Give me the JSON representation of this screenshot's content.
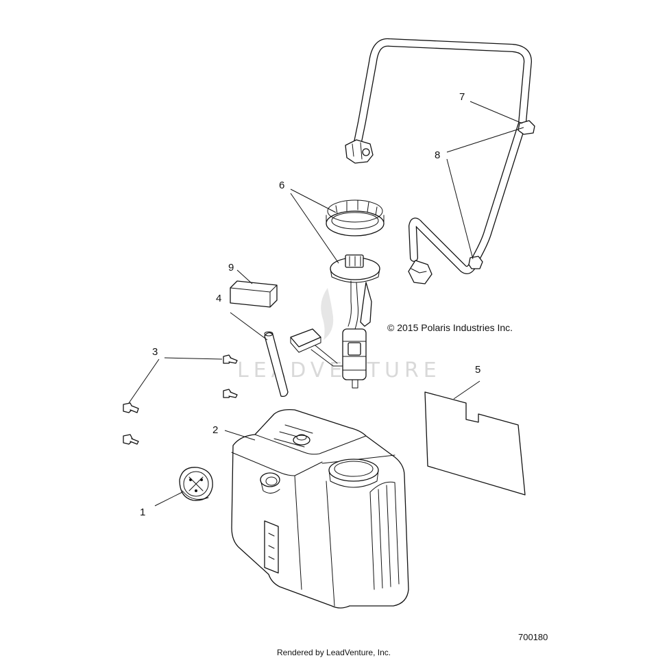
{
  "copyright": "© 2015 Polaris Industries Inc.",
  "diagram_number": "700180",
  "rendered_by": "Rendered by LeadVenture, Inc.",
  "watermark": "LEADVENTURE",
  "callouts": {
    "c1": "1",
    "c2": "2",
    "c3": "3",
    "c4": "4",
    "c5": "5",
    "c6": "6",
    "c7": "7",
    "c8": "8",
    "c9": "9"
  }
}
